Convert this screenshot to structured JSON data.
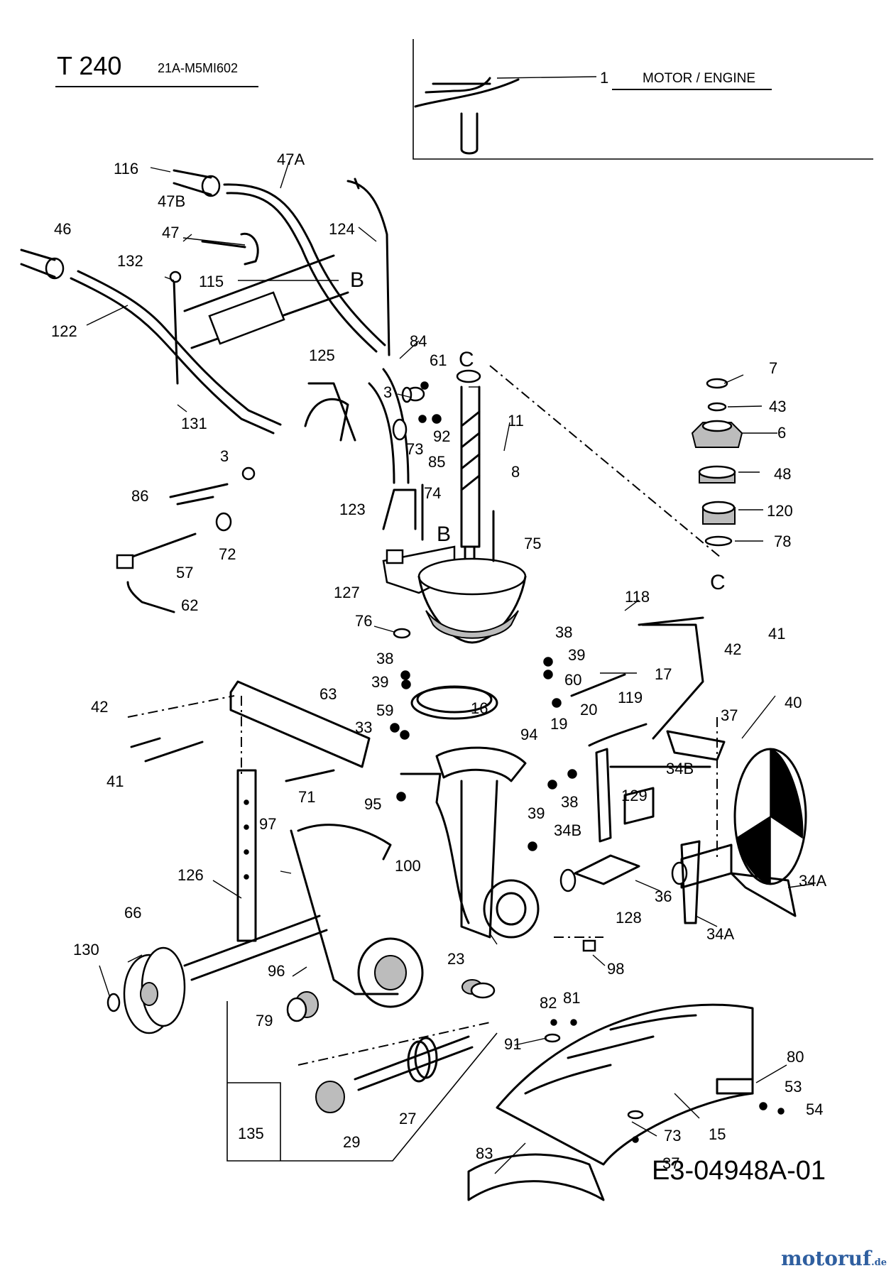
{
  "header": {
    "title": "T 240",
    "model_code": "21A-M5MI602"
  },
  "engine_box": {
    "part_number": "1",
    "label": "MOTOR / ENGINE"
  },
  "reference_letters": {
    "B_upper": "B",
    "B_lower": "B",
    "C_upper": "C",
    "C_lower": "C"
  },
  "callouts": {
    "p116": "116",
    "p47A": "47A",
    "p47B": "47B",
    "p47": "47",
    "p46": "46",
    "p132": "132",
    "p115": "115",
    "p124": "124",
    "p122": "122",
    "p131": "131",
    "p84": "84",
    "p125": "125",
    "p61": "61",
    "p3a": "3",
    "p92": "92",
    "p73a": "73",
    "p85": "85",
    "p3b": "3",
    "p86": "86",
    "p74": "74",
    "p123": "123",
    "p72": "72",
    "p57": "57",
    "p62": "62",
    "p127": "127",
    "p75": "75",
    "p11": "11",
    "p8": "8",
    "p7": "7",
    "p43": "43",
    "p6": "6",
    "p48": "48",
    "p120": "120",
    "p78": "78",
    "p76": "76",
    "p38a": "38",
    "p39a": "39",
    "p38b": "38",
    "p39b": "39",
    "p60": "60",
    "p17": "17",
    "p118": "118",
    "p42a": "42",
    "p41a": "41",
    "p59": "59",
    "p63": "63",
    "p16": "16",
    "p33": "33",
    "p42b": "42",
    "p41b": "41",
    "p71": "71",
    "p94": "94",
    "p19": "19",
    "p20": "20",
    "p119": "119",
    "p37a": "37",
    "p40": "40",
    "p34Ba": "34B",
    "p38c": "38",
    "p39c": "39",
    "p129": "129",
    "p34Bb": "34B",
    "p95": "95",
    "p97": "97",
    "p126": "126",
    "p100": "100",
    "p36": "36",
    "p34Aa": "34A",
    "p34Ab": "34A",
    "p128": "128",
    "p66": "66",
    "p130": "130",
    "p96": "96",
    "p98": "98",
    "p23": "23",
    "p79": "79",
    "p82": "82",
    "p81": "81",
    "p91": "91",
    "p80": "80",
    "p53": "53",
    "p54": "54",
    "p27": "27",
    "p135": "135",
    "p29": "29",
    "p73b": "73",
    "p15": "15",
    "p83": "83",
    "p37b": "37"
  },
  "footer": {
    "drawing_number": "E3-04948A-01",
    "watermark": "motoruf",
    "watermark_suffix": ".de"
  }
}
